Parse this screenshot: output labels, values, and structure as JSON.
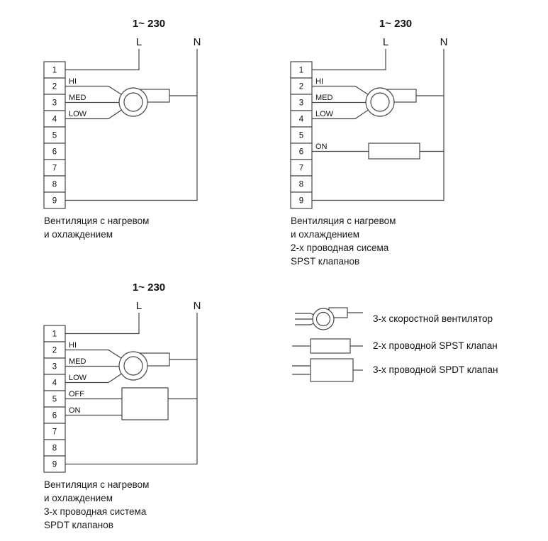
{
  "page": {
    "background": "#ffffff",
    "line_color": "#454545",
    "text_color": "#111111"
  },
  "diagrams": {
    "top_left": {
      "voltage": "1~ 230",
      "phase_label": "L",
      "neutral_label": "N",
      "terminals": [
        "1",
        "2",
        "3",
        "4",
        "5",
        "6",
        "7",
        "8",
        "9"
      ],
      "speed_labels": {
        "hi": "HI",
        "med": "MED",
        "low": "LOW"
      },
      "caption_lines": [
        "Вентиляция с нагревом",
        "и охлаждением"
      ]
    },
    "top_right": {
      "voltage": "1~ 230",
      "phase_label": "L",
      "neutral_label": "N",
      "terminals": [
        "1",
        "2",
        "3",
        "4",
        "5",
        "6",
        "7",
        "8",
        "9"
      ],
      "speed_labels": {
        "hi": "HI",
        "med": "MED",
        "low": "LOW"
      },
      "valve_labels": {
        "on": "ON"
      },
      "caption_lines": [
        "Вентиляция с нагревом",
        "и охлаждением",
        "2-х проводная сисема",
        "SPST клапанов"
      ]
    },
    "bottom_left": {
      "voltage": "1~ 230",
      "phase_label": "L",
      "neutral_label": "N",
      "terminals": [
        "1",
        "2",
        "3",
        "4",
        "5",
        "6",
        "7",
        "8",
        "9"
      ],
      "speed_labels": {
        "hi": "HI",
        "med": "MED",
        "low": "LOW"
      },
      "valve_labels": {
        "off": "OFF",
        "on": "ON"
      },
      "caption_lines": [
        "Вентиляция с нагревом",
        "и охлаждением",
        "3-х проводная система",
        "SPDT клапанов"
      ]
    }
  },
  "legend": {
    "items": [
      {
        "icon": "fan-icon",
        "label": "3-х скоростной вентилятор"
      },
      {
        "icon": "spst-valve-icon",
        "label": "2-х проводной SPST клапан"
      },
      {
        "icon": "spdt-valve-icon",
        "label": "3-х проводной SPDT клапан"
      }
    ]
  }
}
